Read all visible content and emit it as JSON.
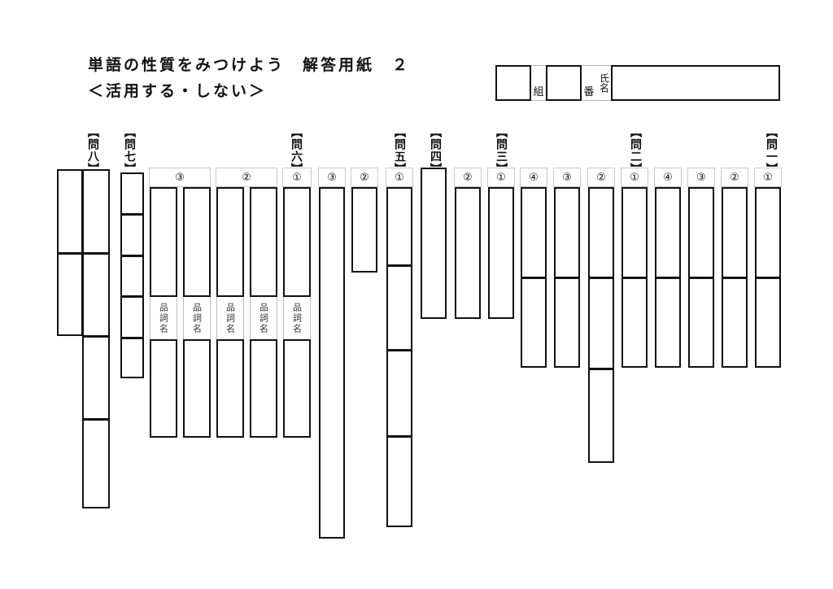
{
  "sheet": {
    "title_line1": "単語の性質をみつけよう　解答用紙　２",
    "title_line2": "＜活用する・しない＞"
  },
  "id_strip": {
    "class_value": "",
    "class_label": "組",
    "number_value": "",
    "number_label": "番",
    "name_label": "氏名",
    "name_value": ""
  },
  "labels": {
    "pos_caption": "品詞名",
    "q1": "【問一】",
    "q2": "【問二】",
    "q3": "【問三】",
    "q4": "【問四】",
    "q5": "【問五】",
    "q6": "【問六】",
    "q7": "【問七】",
    "q8": "【問八】"
  },
  "numbers": {
    "n1": "①",
    "n2": "②",
    "n3": "③",
    "n4": "④"
  },
  "columns": {
    "q8_a": "",
    "q8_b": "",
    "q7": "",
    "q6_3a": "",
    "q6_3b": "",
    "q6_2a": "",
    "q6_2b": "",
    "q6_1": "",
    "q5_3": "",
    "q5_2": "",
    "q5_1": "",
    "q4": "",
    "q3_2": "",
    "q3_1": "",
    "q2_4": "",
    "q2_3": "",
    "q2_2": "",
    "q2_1": "",
    "q1_4": "",
    "q1_3": "",
    "q1_2": "",
    "q1_1": ""
  }
}
